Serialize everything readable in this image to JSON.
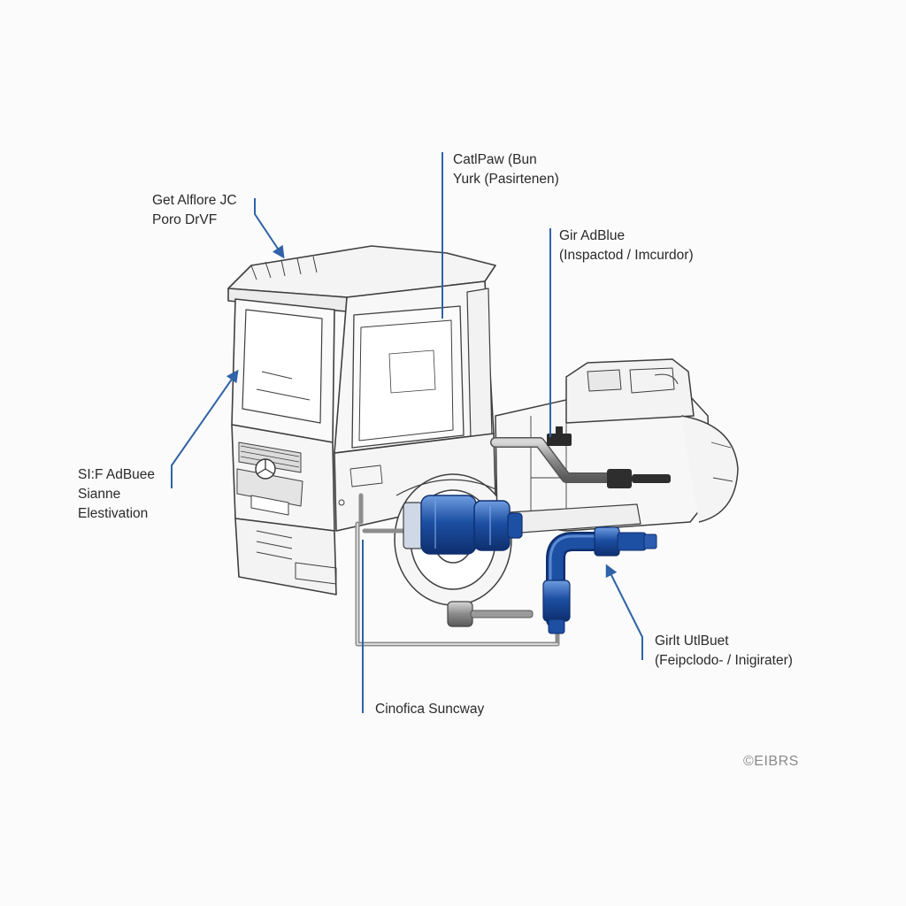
{
  "callouts": {
    "cab_top": {
      "line1": "Get Alflore JC",
      "line2": "Poro DrVF"
    },
    "exhaust": {
      "line1": "CatlPaw (Bun",
      "line2": "Yurk (Pasirtenen)"
    },
    "adblue_tank": {
      "line1": "Gir AdBlue",
      "line2": "(Inspactod / Imcurdor)"
    },
    "left": {
      "line1": "SI:F AdBuee",
      "line2": "Sianne",
      "line3": "Elestivation"
    },
    "right": {
      "line1": "Girlt UtlBuet",
      "line2": "(Feipclodo- / Inigirater)"
    },
    "bottom": {
      "line1": "Cinofica Suncway"
    }
  },
  "watermark": "©EIBRS",
  "colors": {
    "line": "#3f3f3f",
    "leader": "#2f62a8",
    "part_blue": "#1d4fa3",
    "part_blue_light": "#5d8fd6",
    "pipe_grey": "#8d8d8d",
    "background": "#fbfbfb"
  },
  "icons": [
    "mercedes-star-emblem",
    "copyright-mark"
  ]
}
